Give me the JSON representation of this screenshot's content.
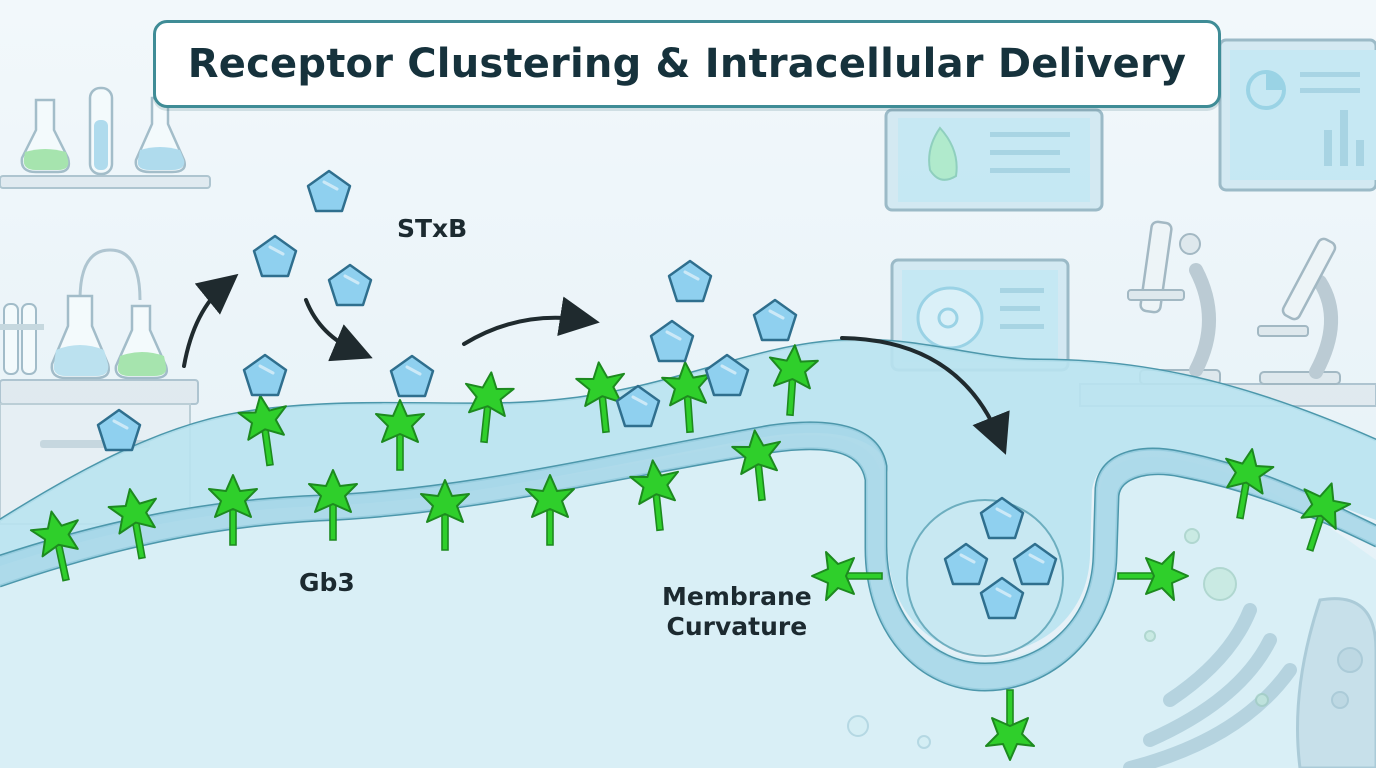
{
  "title": "Receptor Clustering & Intracellular Delivery",
  "labels": {
    "stxb": "STxB",
    "gb3": "Gb3",
    "curvature_line1": "Membrane",
    "curvature_line2": "Curvature"
  },
  "colors": {
    "receptor": "#2fcf2b",
    "receptor_outline": "#1d8a1f",
    "toxin": "#8fd0ef",
    "toxin_outline": "#2f6f8e",
    "membrane": "#b9e3ef",
    "membrane_outline": "#4c97ab",
    "cytoplasm": "#d9eff6",
    "arrow": "#1f2a2e",
    "title_border": "#3f8c96"
  },
  "icons": [
    "flask-icon",
    "test-tube-icon",
    "microscope-icon",
    "monitor-icon",
    "pentagon-toxin-icon",
    "receptor-icon",
    "arrow-icon"
  ]
}
